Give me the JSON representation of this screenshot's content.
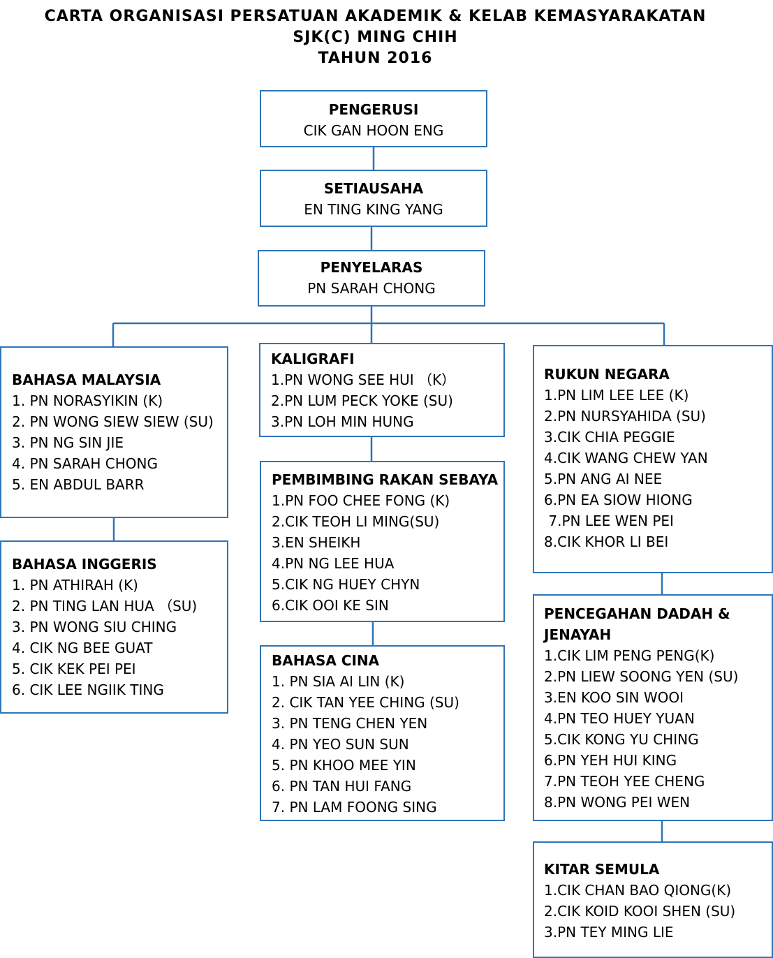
{
  "title": {
    "line1": "CARTA ORGANISASI PERSATUAN AKADEMIK & KELAB KEMASYARAKATAN",
    "line2": "SJK(C) MING CHIH",
    "line3": "TAHUN 2016"
  },
  "pengerusi": {
    "role": "PENGERUSI",
    "name": "CIK GAN HOON ENG"
  },
  "setiausaha": {
    "role": "SETIAUSAHA",
    "name": "EN TING KING YANG"
  },
  "penyelaras": {
    "role": "PENYELARAS",
    "name": "PN SARAH CHONG"
  },
  "bahasa_malaysia": {
    "title": "BAHASA MALAYSIA",
    "members": [
      "1. PN NORASYIKIN (K)",
      "2. PN WONG SIEW SIEW (SU)",
      "3. PN NG SIN JIE",
      "4. PN SARAH CHONG",
      "5. EN ABDUL BARR"
    ]
  },
  "bahasa_inggeris": {
    "title": "BAHASA INGGERIS",
    "members": [
      "1. PN ATHIRAH (K)",
      "2. PN TING LAN HUA （SU)",
      "3. PN WONG SIU CHING",
      "4. CIK NG BEE GUAT",
      "5. CIK  KEK PEI PEI",
      "6. CIK LEE NGIIK TING"
    ]
  },
  "kaligrafi": {
    "title": "KALIGRAFI",
    "members": [
      "1.PN WONG SEE HUI （K）",
      "2.PN LUM PECK YOKE (SU)",
      "3.PN  LOH MIN HUNG"
    ]
  },
  "pembimbing": {
    "title": "PEMBIMBING RAKAN SEBAYA",
    "members": [
      "1.PN  FOO CHEE FONG (K)",
      "2.CIK TEOH LI MING(SU)",
      "3.EN SHEIKH",
      "4.PN NG LEE HUA",
      "5.CIK NG HUEY CHYN",
      "6.CIK OOI KE SIN"
    ]
  },
  "bahasa_cina": {
    "title": "BAHASA CINA",
    "members": [
      "1. PN SIA AI LIN (K)",
      "2. CIK TAN YEE CHING (SU)",
      "3. PN TENG CHEN YEN",
      "4. PN YEO SUN SUN",
      "5. PN KHOO MEE YIN",
      "6. PN TAN HUI FANG",
      "7. PN LAM FOONG SING"
    ]
  },
  "rukun_negara": {
    "title": "RUKUN NEGARA",
    "members": [
      "1.PN LIM LEE LEE (K)",
      "2.PN NURSYAHIDA (SU)",
      "3.CIK CHIA PEGGIE",
      "4.CIK WANG CHEW YAN",
      "5.PN ANG AI NEE",
      "6.PN EA SIOW HIONG",
      " 7.PN LEE WEN PEI",
      "8.CIK KHOR LI BEI"
    ]
  },
  "pencegahan": {
    "title1": "PENCEGAHAN DADAH &",
    "title2": "JENAYAH",
    "members": [
      "1.CIK LIM PENG PENG(K)",
      "2.PN LIEW SOONG YEN (SU)",
      "3.EN KOO SIN WOOI",
      "4.PN TEO HUEY YUAN",
      "5.CIK  KONG YU CHING",
      "6.PN YEH HUI KING",
      "7.PN TEOH YEE CHENG",
      "8.PN WONG PEI WEN"
    ]
  },
  "kitar_semula": {
    "title": "KITAR SEMULA",
    "members": [
      "1.CIK CHAN BAO QIONG(K)",
      "2.CIK KOID KOOI SHEN (SU)",
      "3.PN TEY MING LIE"
    ]
  }
}
